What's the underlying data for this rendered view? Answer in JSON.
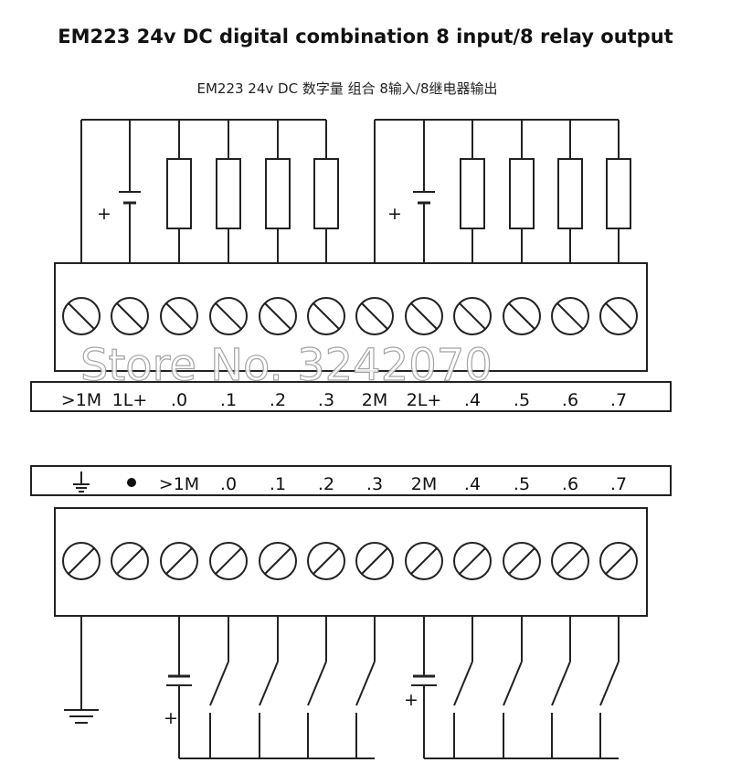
{
  "title": "EM223 24v DC digital combination 8 input/8 relay output",
  "subtitle": "EM223 24v DC 数字量 组合 8输入/8继电器输出",
  "watermark": "Store No. 3242070",
  "output_terminals": [
    ">1M",
    "1L+",
    ".0",
    ".1",
    ".2",
    ".3",
    "2M",
    "2L+",
    ".4",
    ".5",
    ".6",
    ".7"
  ],
  "input_terminals": [
    "ground-symbol",
    "dot-symbol",
    ">1M",
    ".0",
    ".1",
    ".2",
    ".3",
    "2M",
    ".4",
    ".5",
    ".6",
    ".7"
  ],
  "battery_plus": "+"
}
